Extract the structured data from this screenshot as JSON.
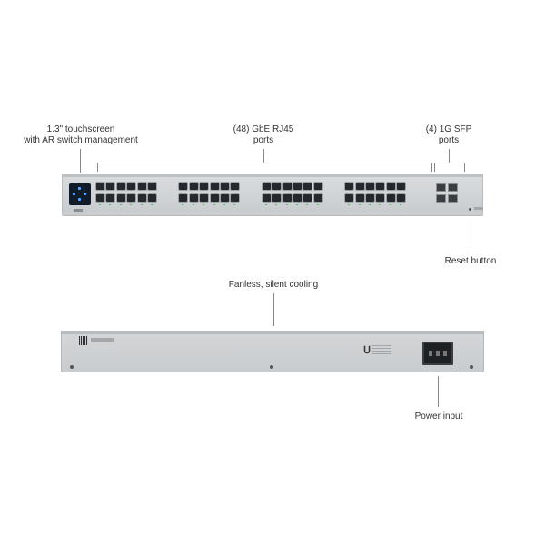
{
  "labels": {
    "touchscreen_line1": "1.3\" touchscreen",
    "touchscreen_line2": "with AR switch management",
    "rj45_line1": "(48) GbE RJ45",
    "rj45_line2": "ports",
    "sfp_line1": "(4) 1G SFP",
    "sfp_line2": "ports",
    "reset": "Reset button",
    "cooling": "Fanless, silent cooling",
    "power": "Power input"
  },
  "front_panel": {
    "rj45_port_count": 48,
    "sfp_port_count": 4,
    "led_color": "#4cc46a"
  },
  "colors": {
    "chassis": "#cfd2d4",
    "callout_line": "#888888"
  }
}
